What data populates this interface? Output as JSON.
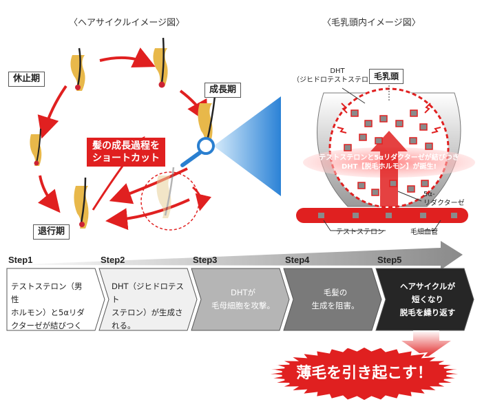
{
  "titles": {
    "left": "〈ヘアサイクルイメージ図〉",
    "right": "〈毛乳頭内イメージ図〉"
  },
  "cycle": {
    "stages": {
      "anagen": "成長期",
      "catagen": "退行期",
      "telogen": "休止期"
    },
    "shortcut_line1": "髪の成長過程を",
    "shortcut_line2": "ショートカット"
  },
  "papilla": {
    "dht_label_line1": "DHT",
    "dht_label_line2": "（ジヒドロテストステロン）",
    "papilla_label": "毛乳頭",
    "binding_line1": "テストステロンと5αリダクターゼが結びつき",
    "binding_line2": "DHT【脱毛ホルモン】が誕生!",
    "enzyme_line1": "5α-",
    "enzyme_line2": "リダクターゼ",
    "testosterone": "テストステロン",
    "capillary": "毛細血管"
  },
  "steps": [
    {
      "label": "Step1",
      "lines": [
        "テストステロン（男性",
        "ホルモン）と5αリダ",
        "クターゼが結びつく"
      ],
      "bg": "#ffffff",
      "fg": "#222222"
    },
    {
      "label": "Step2",
      "lines": [
        "DHT（ジヒドロテスト",
        "ステロン）が生成さ",
        "れる。"
      ],
      "bg": "#f0f0f0",
      "fg": "#222222"
    },
    {
      "label": "Step3",
      "lines": [
        "DHTが",
        "毛母細胞を攻撃。"
      ],
      "bg": "#b5b5b5",
      "fg": "#ffffff"
    },
    {
      "label": "Step4",
      "lines": [
        "毛髪の",
        "生成を阻害。"
      ],
      "bg": "#7a7a7a",
      "fg": "#ffffff"
    },
    {
      "label": "Step5",
      "lines": [
        "ヘアサイクルが",
        "短くなり",
        "脱毛を繰り返す"
      ],
      "bg": "#262626",
      "fg": "#ffffff"
    }
  ],
  "result": "薄毛を引き起こす！",
  "colors": {
    "red": "#e02020",
    "dark_red": "#b01010",
    "blue": "#2a7fd0",
    "hair_gold": "#e8b84a",
    "gray": "#8a8a8a"
  }
}
